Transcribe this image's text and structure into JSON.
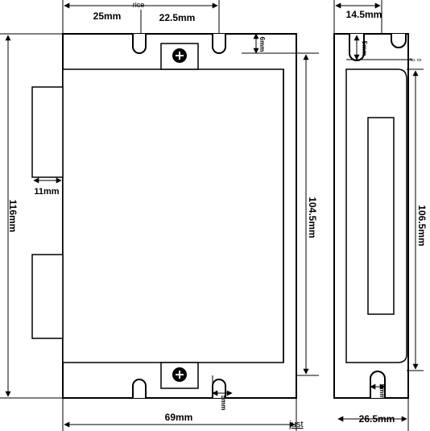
{
  "labels": {
    "top_stray": "rice",
    "top_gap": "25mm",
    "top_slot_spacing": "22.5mm",
    "slot_offset": "6mm",
    "height_total": "116mm",
    "connector_depth": "11mm",
    "inner_height": "104.5mm",
    "width_total": "69mm",
    "bottom_stray": "just",
    "bottom_slot": "5mm",
    "side_depth": "14.5mm",
    "side_slot_top": "5mm",
    "side_small_note": "No, no",
    "side_height": "106.5mm",
    "side_width": "26.5mm",
    "side_slot_bottom": "5mm"
  }
}
